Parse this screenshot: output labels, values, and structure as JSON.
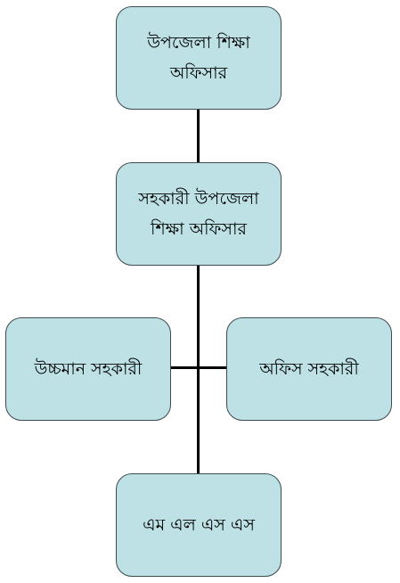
{
  "org_chart": {
    "top_node": {
      "label": "উপজেলা শিক্ষা\nঅফিসার"
    },
    "middle_node": {
      "label": "সহকারী উপজেলা\nশিক্ষা অফিসার"
    },
    "left_node": {
      "label": "উচ্চমান সহকারী"
    },
    "right_node": {
      "label": "অফিস সহকারী"
    },
    "bottom_node": {
      "label": "এম এল এস এস"
    }
  },
  "colors": {
    "box_fill": "#bde1e5",
    "box_border": "#3d4a52",
    "connector": "#000000"
  }
}
